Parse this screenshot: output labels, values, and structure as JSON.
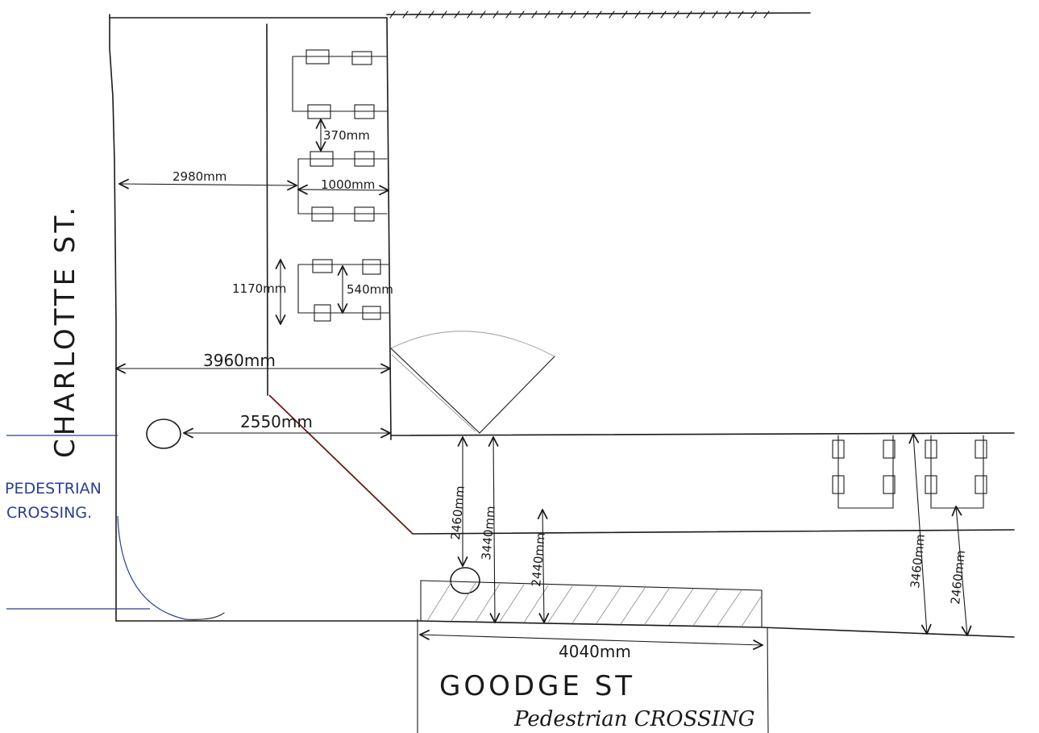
{
  "streets": {
    "charlotte": "CHARLOTTE ST.",
    "goodge": "GOODGE ST",
    "crossing_left_1": "PEDESTRIAN",
    "crossing_left_2": "CROSSING.",
    "crossing_bottom": "Pedestrian CROSSING"
  },
  "dimensions": {
    "d2980": "2980mm",
    "d1000": "1000mm",
    "d370": "370mm",
    "d1170": "1170mm",
    "d540": "540mm",
    "d3960": "3960mm",
    "d2550": "2550mm",
    "d2460a": "2460mm",
    "d3440": "3440mm",
    "d2440": "2440mm",
    "d3460": "3460mm",
    "d2460b": "2460mm",
    "d4040": "4040mm"
  }
}
